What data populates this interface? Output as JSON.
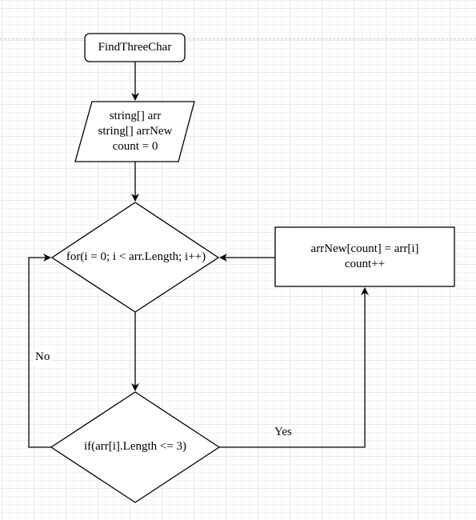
{
  "diagram": {
    "nodes": {
      "start": {
        "label": "FindThreeChar",
        "shape": "rounded-rectangle"
      },
      "input": {
        "label": "string[] arr\nstring[] arrNew\ncount = 0",
        "shape": "parallelogram"
      },
      "loop": {
        "label": "for(i = 0; i < arr.Length; i++)",
        "shape": "diamond"
      },
      "condition": {
        "label": "if(arr[i].Length <= 3)",
        "shape": "diamond"
      },
      "assign": {
        "label": "arrNew[count] = arr[i]\ncount++",
        "shape": "rectangle"
      }
    },
    "edges": {
      "no_label": "No",
      "yes_label": "Yes"
    },
    "colors": {
      "stroke": "#000000",
      "fill": "#ffffff",
      "grid": "#e6e6e6"
    }
  }
}
